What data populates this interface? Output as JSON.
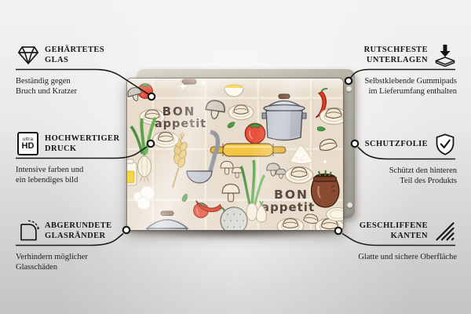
{
  "product": {
    "name": "Glass cutting board",
    "print": {
      "word_top": "BON",
      "word_bottom": "appetit"
    }
  },
  "icons": {
    "ultra_hd_top": "ultra",
    "ultra_hd_main": "HD",
    "names": [
      "diamond-icon",
      "ultra-hd-icon",
      "rounded-corner-icon",
      "pads-arrow-icon",
      "shield-check-icon",
      "hatched-edge-icon"
    ]
  },
  "callouts": [
    {
      "id": "tempered-glass",
      "side": "left",
      "icon": "diamond-icon",
      "title_lines": [
        "GEHÄRTETES",
        "GLAS"
      ],
      "subtitle_lines": [
        "Beständig gegen",
        "Bruch und Kratzer"
      ]
    },
    {
      "id": "high-quality-print",
      "side": "left",
      "icon": "ultra-hd-icon",
      "title_lines": [
        "HOCHWERTIGER",
        "DRUCK"
      ],
      "subtitle_lines": [
        "Intensive farben und",
        "ein lebendiges bild"
      ]
    },
    {
      "id": "rounded-glass-edges",
      "side": "left",
      "icon": "rounded-corner-icon",
      "title_lines": [
        "ABGERUNDETE",
        "GLASRÄNDER"
      ],
      "subtitle_lines": [
        "Verhindern möglicher",
        "Glasschäden"
      ]
    },
    {
      "id": "non-slip-pads",
      "side": "right",
      "icon": "pads-arrow-icon",
      "title_lines": [
        "RUTSCHFESTE",
        "UNTERLAGEN"
      ],
      "subtitle_lines": [
        "Selbstklebende Gummipads",
        "im Lieferumfang enthalten"
      ]
    },
    {
      "id": "protective-film",
      "side": "right",
      "icon": "shield-check-icon",
      "title_lines": [
        "SCHUTZFOLIE"
      ],
      "subtitle_lines": [
        "Schützt den hinteren",
        "Teil des Produkts"
      ]
    },
    {
      "id": "polished-edges",
      "side": "right",
      "icon": "hatched-edge-icon",
      "title_lines": [
        "GESCHLIFFENE",
        "KANTEN"
      ],
      "subtitle_lines": [
        "Glatte und sichere Oberfläche"
      ]
    }
  ],
  "colors": {
    "connector": "#1a1a1a",
    "board_background": "#e8dccc",
    "backing_board": "#c9c5b6",
    "print_text": "#564840",
    "tomato_red": "#e8503a",
    "chili_red": "#e23a24",
    "rolling_pin_yellow": "#f2c544",
    "pot_gray": "#c2c7cf",
    "clay_pot_brown": "#8a4b33",
    "onion_green": "#5aa348"
  }
}
